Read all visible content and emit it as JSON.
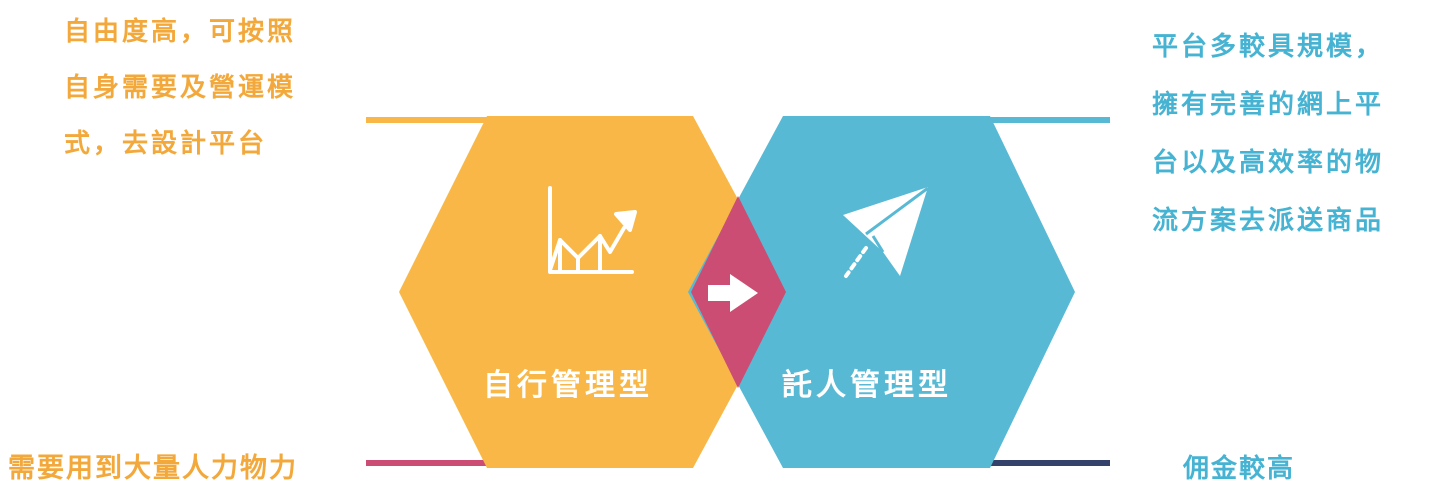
{
  "left_hexagon": {
    "label": "自行管理型",
    "color": "#f8b746",
    "icon": "growth-chart-icon"
  },
  "right_hexagon": {
    "label": "託人管理型",
    "color": "#58b9d4",
    "icon": "paper-plane-icon"
  },
  "connector": {
    "color": "#cc4d73",
    "icon": "right-arrow-icon"
  },
  "advantage_left": {
    "lines": [
      "自由度高，可按照",
      "自身需要及營運模",
      "式，去設計平台"
    ],
    "color": "#f3a83b"
  },
  "advantage_right": {
    "lines": [
      "平台多較具規模，",
      "擁有完善的網上平",
      "台以及高效率的物",
      "流方案去派送商品"
    ],
    "color": "#47b3d3"
  },
  "disadvantage_left": {
    "text": "需要用到大量人力物力",
    "color": "#f3a83b"
  },
  "disadvantage_right": {
    "text": "佣金較高",
    "color": "#47b3d3"
  },
  "line_colors": {
    "top_left": "#f8b746",
    "top_right": "#58b9d4",
    "bottom_left": "#cc4d73",
    "bottom_right": "#34426b"
  }
}
